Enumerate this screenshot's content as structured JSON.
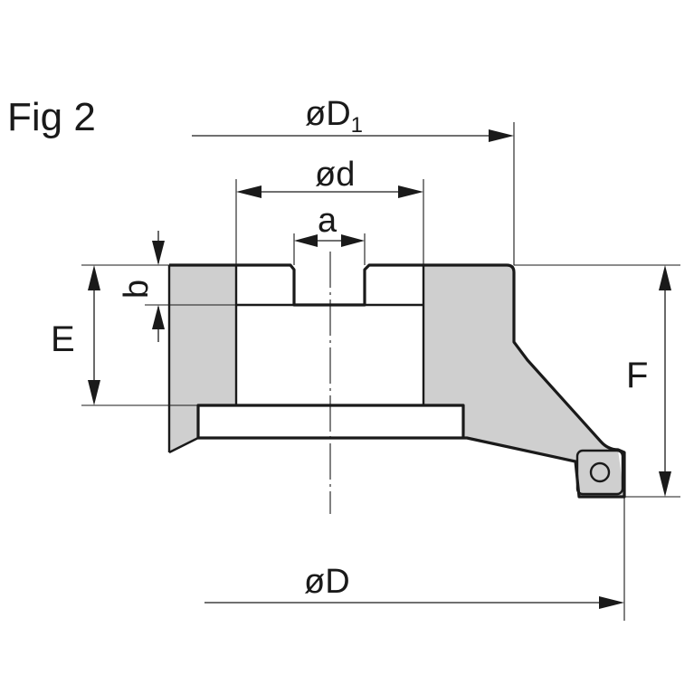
{
  "figure": {
    "title": "Fig 2"
  },
  "dimensions": {
    "D1": {
      "prefix": "øD",
      "subscript": "1"
    },
    "d": "ød",
    "a": "a",
    "b": "b",
    "E": "E",
    "F": "F",
    "D": "øD"
  },
  "colors": {
    "line": "#1a1a1a",
    "section_fill": "#cfcfcf",
    "background": "#ffffff"
  }
}
